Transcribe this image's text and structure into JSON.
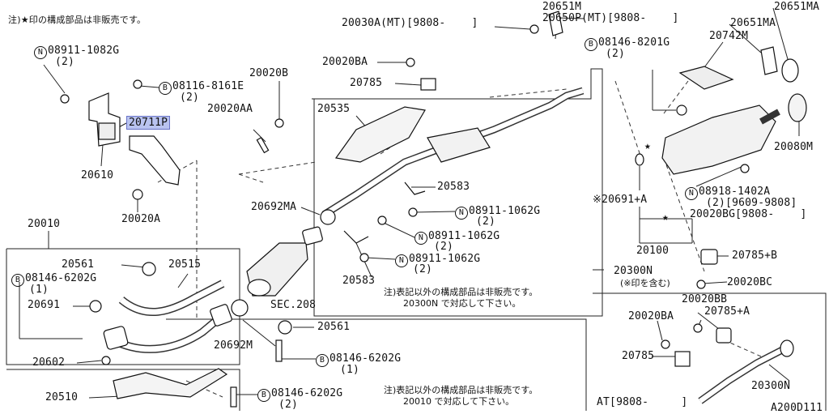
{
  "diagram": {
    "id": "A200D111",
    "header_note": "注)★印の構成部品は非販売です。",
    "highlighted_part": "20711P",
    "callouts": [
      {
        "code": "08911-1082G",
        "prefix": "N",
        "qty": "(2)"
      },
      {
        "code": "08116-8161E",
        "prefix": "B",
        "qty": "(2)"
      },
      {
        "code": "20711P"
      },
      {
        "code": "20610"
      },
      {
        "code": "20020A"
      },
      {
        "code": "20020B"
      },
      {
        "code": "20020AA"
      },
      {
        "code": "20010"
      },
      {
        "code": "20561"
      },
      {
        "code": "20515"
      },
      {
        "code": "08146-6202G",
        "prefix": "B",
        "qty": "(1)"
      },
      {
        "code": "20691"
      },
      {
        "code": "20602"
      },
      {
        "code": "20510"
      },
      {
        "code": "20692M"
      },
      {
        "code": "20561"
      },
      {
        "code": "08146-6202G",
        "prefix": "B",
        "qty": "(1)"
      },
      {
        "code": "08146-6202G",
        "prefix": "B",
        "qty": "(2)"
      },
      {
        "code": "20030A(MT)[9808-    ]"
      },
      {
        "code": "20020BA"
      },
      {
        "code": "20785"
      },
      {
        "code": "20535"
      },
      {
        "code": "20583"
      },
      {
        "code": "20692MA"
      },
      {
        "code": "08911-1062G",
        "prefix": "N",
        "qty": "(2)"
      },
      {
        "code": "08911-1062G",
        "prefix": "N",
        "qty": "(2)"
      },
      {
        "code": "08911-1062G",
        "prefix": "N",
        "qty": "(2)"
      },
      {
        "code": "20583"
      },
      {
        "code": "SEC.208"
      },
      {
        "code": "20651M"
      },
      {
        "code": "20650P(MT)[9808-    ]"
      },
      {
        "code": "20651MA"
      },
      {
        "code": "20651MA"
      },
      {
        "code": "08146-8201G",
        "prefix": "B",
        "qty": "(2)"
      },
      {
        "code": "20742M"
      },
      {
        "code": "20080M"
      },
      {
        "code": "※20691+A"
      },
      {
        "code": "08918-1402A",
        "prefix": "N",
        "qty": "(2)[9609-9808]"
      },
      {
        "code": "20020BG[9808-    ]"
      },
      {
        "code": "20100"
      },
      {
        "code": "20785+B"
      },
      {
        "code": "20300N"
      },
      {
        "code": "(※印を含む)"
      },
      {
        "code": "20020BC"
      },
      {
        "code": "20020BB"
      },
      {
        "code": "20020BA"
      },
      {
        "code": "20785+A"
      },
      {
        "code": "20785"
      },
      {
        "code": "20300N"
      },
      {
        "code": "AT[9808-     ]"
      }
    ],
    "notes": [
      {
        "line1": "注)表記以外の構成部品は非販売です。",
        "line2": "20300N で対応して下さい。"
      },
      {
        "line1": "注)表記以外の構成部品は非販売です。",
        "line2": "20010 で対応して下さい。"
      }
    ],
    "star": "★"
  }
}
